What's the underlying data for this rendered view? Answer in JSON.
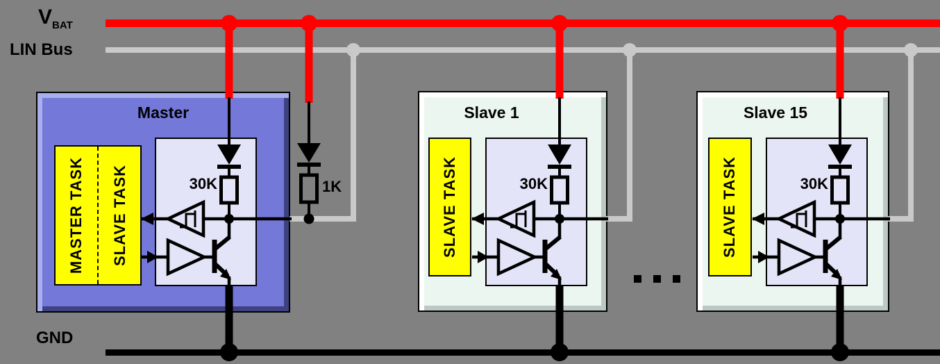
{
  "diagram": {
    "bus_labels": {
      "vbat_v": "V",
      "vbat_sub": "BAT",
      "lin": "LIN Bus",
      "gnd": "GND"
    },
    "nodes": [
      {
        "title": "Master",
        "tasks": [
          "MASTER TASK",
          "SLAVE TASK"
        ],
        "pullup_value": "30K"
      },
      {
        "title": "Slave 1",
        "tasks": [
          "SLAVE TASK"
        ],
        "pullup_value": "30K"
      },
      {
        "title": "Slave 15",
        "tasks": [
          "SLAVE TASK"
        ],
        "pullup_value": "30K"
      }
    ],
    "master_termination_value": "1K",
    "colors": {
      "background": "#818181",
      "vbat_bus": "#ff0000",
      "lin_bus": "#c9c9c9",
      "gnd_bus": "#000000",
      "master_fill": "#7378d9",
      "slave_fill": "#ecf6f1",
      "transceiver_fill": "#e4e4f8",
      "task_fill": "#ffff00"
    }
  }
}
